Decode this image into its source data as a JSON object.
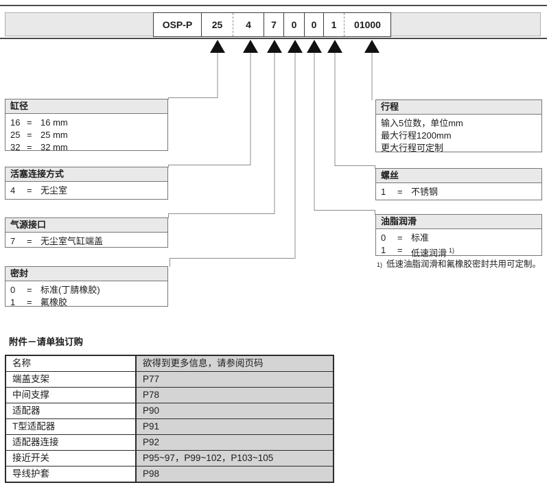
{
  "order_code": {
    "segments": [
      "OSP-P",
      "25",
      "-",
      "4",
      "7",
      "0",
      "0",
      "1",
      "-",
      "01000"
    ]
  },
  "symbols": {
    "eq": "="
  },
  "option_boxes": {
    "bore": {
      "title": "缸径",
      "lines": [
        {
          "code": "16",
          "desc": "16 mm"
        },
        {
          "code": "25",
          "desc": "25 mm"
        },
        {
          "code": "32",
          "desc": "32 mm"
        }
      ]
    },
    "piston": {
      "title": "活塞连接方式",
      "lines": [
        {
          "code": "4",
          "desc": "无尘室"
        }
      ]
    },
    "airport": {
      "title": "气源接口",
      "lines": [
        {
          "code": "7",
          "desc": "无尘室气缸端盖"
        }
      ]
    },
    "seal": {
      "title": "密封",
      "lines": [
        {
          "code": "0",
          "desc": "标准(丁腈橡胶)"
        },
        {
          "code": "1",
          "desc": "氟橡胶"
        }
      ]
    },
    "stroke": {
      "title": "行程",
      "lines": [
        "输入5位数，单位mm",
        "最大行程1200mm",
        "更大行程可定制"
      ]
    },
    "screws": {
      "title": "螺丝",
      "lines": [
        {
          "code": "1",
          "desc": "不锈钢"
        }
      ]
    },
    "lubrication": {
      "title": "油脂润滑",
      "lines": [
        {
          "code": "0",
          "desc": "标准"
        },
        {
          "code": "1",
          "desc": "低速润滑"
        }
      ]
    }
  },
  "footnote": {
    "marker": "1)",
    "text": "低速油脂润滑和氟橡胶密封共用可定制。"
  },
  "accessories": {
    "title": "附件－请单独订购",
    "col_headers": {
      "name": "名称",
      "pages": "欲得到更多信息，请参阅页码"
    },
    "rows": [
      {
        "name": "端盖支架",
        "pages": "P77"
      },
      {
        "name": "中间支撑",
        "pages": "P78"
      },
      {
        "name": "适配器",
        "pages": "P90"
      },
      {
        "name": "T型适配器",
        "pages": "P91"
      },
      {
        "name": "适配器连接",
        "pages": "P92"
      },
      {
        "name": "接近开关",
        "pages": "P95~97，P99~102，P103~105"
      },
      {
        "name": "导线护套",
        "pages": "P98"
      }
    ]
  },
  "colors": {
    "band_gray": "#e9e9e9",
    "table_cell_gray": "#d4d4d4",
    "border_dark": "#2b2b2b",
    "connector_gray": "#8c8c8c",
    "triangle_black": "#111111"
  }
}
